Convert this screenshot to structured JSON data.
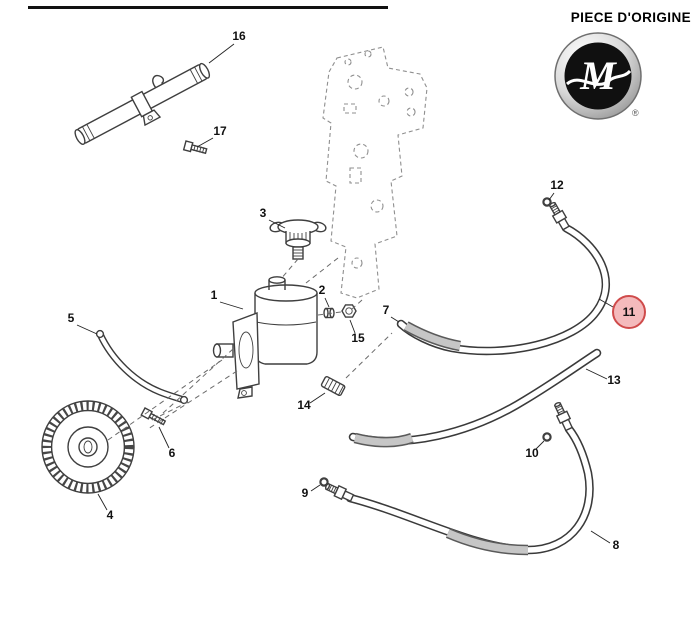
{
  "header": {
    "origin_label": "PIECE D'ORIGINE",
    "logo_letter": "M",
    "registered_mark": "®"
  },
  "diagram": {
    "line_color": "#3f3f3f",
    "ghost_color": "#8f8f8f",
    "sleeve_color": "#c6c6c6",
    "background": "#ffffff",
    "highlight": {
      "part": "11",
      "fill": "#f4babc",
      "stroke": "#cf4b4b"
    },
    "parts": [
      {
        "label": "1"
      },
      {
        "label": "2"
      },
      {
        "label": "3"
      },
      {
        "label": "4"
      },
      {
        "label": "5"
      },
      {
        "label": "6"
      },
      {
        "label": "7"
      },
      {
        "label": "8"
      },
      {
        "label": "9"
      },
      {
        "label": "10"
      },
      {
        "label": "11"
      },
      {
        "label": "12"
      },
      {
        "label": "13"
      },
      {
        "label": "14"
      },
      {
        "label": "15"
      },
      {
        "label": "16"
      },
      {
        "label": "17"
      }
    ]
  }
}
